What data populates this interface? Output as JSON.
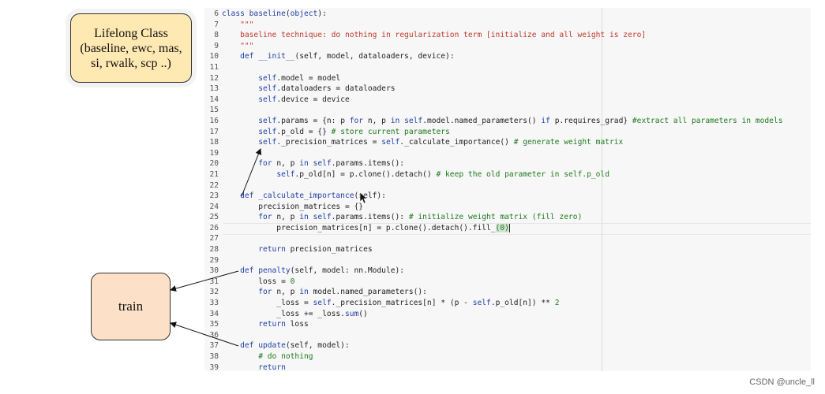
{
  "lifelong_box": {
    "lines": [
      "Lifelong Class",
      "(baseline, ewc, mas,",
      "si, rwalk, scp ..)"
    ]
  },
  "train_box": {
    "label": "train"
  },
  "watermark": "CSDN @uncle_ll",
  "code_lines": [
    {
      "n": "6",
      "segs": [
        [
          "kw",
          "class "
        ],
        [
          "fn",
          "baseline"
        ],
        [
          "",
          "("
        ],
        [
          "kw",
          "object"
        ],
        [
          "",
          "):"
        ]
      ]
    },
    {
      "n": "7",
      "segs": [
        [
          "",
          "    "
        ],
        [
          "str",
          "\"\"\""
        ]
      ]
    },
    {
      "n": "8",
      "segs": [
        [
          "",
          "    "
        ],
        [
          "str",
          "baseline technique: do nothing in regularization term [initialize and all weight is zero]"
        ]
      ]
    },
    {
      "n": "9",
      "segs": [
        [
          "",
          "    "
        ],
        [
          "str",
          "\"\"\""
        ]
      ]
    },
    {
      "n": "10",
      "segs": [
        [
          "",
          "    "
        ],
        [
          "kw",
          "def "
        ],
        [
          "fn",
          "__init__"
        ],
        [
          "",
          "(self, model, dataloaders, device):"
        ]
      ]
    },
    {
      "n": "11",
      "segs": []
    },
    {
      "n": "12",
      "segs": [
        [
          "",
          "        "
        ],
        [
          "kw",
          "self"
        ],
        [
          "",
          ".model = model"
        ]
      ]
    },
    {
      "n": "13",
      "segs": [
        [
          "",
          "        "
        ],
        [
          "kw",
          "self"
        ],
        [
          "",
          ".dataloaders = dataloaders"
        ]
      ]
    },
    {
      "n": "14",
      "segs": [
        [
          "",
          "        "
        ],
        [
          "kw",
          "self"
        ],
        [
          "",
          ".device = device"
        ]
      ]
    },
    {
      "n": "15",
      "segs": []
    },
    {
      "n": "16",
      "segs": [
        [
          "",
          "        "
        ],
        [
          "kw",
          "self"
        ],
        [
          "",
          ".params = {n: p "
        ],
        [
          "kw",
          "for"
        ],
        [
          "",
          " n, p "
        ],
        [
          "kw",
          "in"
        ],
        [
          "",
          " "
        ],
        [
          "kw",
          "self"
        ],
        [
          "",
          ".model.named_parameters() "
        ],
        [
          "kw",
          "if"
        ],
        [
          "",
          " p.requires_grad} "
        ],
        [
          "cm",
          "#extract all parameters in models"
        ]
      ]
    },
    {
      "n": "17",
      "segs": [
        [
          "",
          "        "
        ],
        [
          "kw",
          "self"
        ],
        [
          "",
          ".p_old = {} "
        ],
        [
          "cm",
          "# store current parameters"
        ]
      ]
    },
    {
      "n": "18",
      "segs": [
        [
          "",
          "        "
        ],
        [
          "kw",
          "self"
        ],
        [
          "",
          "._precision_matrices = "
        ],
        [
          "kw",
          "self"
        ],
        [
          "",
          "._calculate_importance() "
        ],
        [
          "cm",
          "# generate weight matrix"
        ]
      ]
    },
    {
      "n": "19",
      "segs": []
    },
    {
      "n": "20",
      "segs": [
        [
          "",
          "        "
        ],
        [
          "kw",
          "for"
        ],
        [
          "",
          " n, p "
        ],
        [
          "kw",
          "in"
        ],
        [
          "",
          " "
        ],
        [
          "kw",
          "self"
        ],
        [
          "",
          ".params.items():"
        ]
      ]
    },
    {
      "n": "21",
      "segs": [
        [
          "",
          "            "
        ],
        [
          "kw",
          "self"
        ],
        [
          "",
          ".p_old[n] = p.clone().detach() "
        ],
        [
          "cm",
          "# keep the old parameter in self.p_old"
        ]
      ]
    },
    {
      "n": "22",
      "segs": []
    },
    {
      "n": "23",
      "segs": [
        [
          "",
          "    "
        ],
        [
          "kw",
          "def "
        ],
        [
          "fn",
          "_calculate_importance"
        ],
        [
          "",
          "(self):"
        ]
      ]
    },
    {
      "n": "24",
      "segs": [
        [
          "",
          "        precision_matrices = {}"
        ]
      ]
    },
    {
      "n": "25",
      "segs": [
        [
          "",
          "        "
        ],
        [
          "kw",
          "for"
        ],
        [
          "",
          " n, p "
        ],
        [
          "kw",
          "in"
        ],
        [
          "",
          " "
        ],
        [
          "kw",
          "self"
        ],
        [
          "",
          ".params.items(): "
        ],
        [
          "cm",
          "# initialize weight matrix (fill zero)"
        ]
      ]
    },
    {
      "n": "26",
      "segs": [
        [
          "",
          "            precision_matrices[n] = p.clone().detach().fill_"
        ],
        [
          "hl",
          "(0)"
        ],
        [
          "caret",
          ""
        ]
      ]
    },
    {
      "n": "27",
      "segs": []
    },
    {
      "n": "28",
      "segs": [
        [
          "",
          "        "
        ],
        [
          "kw",
          "return"
        ],
        [
          "",
          " precision_matrices"
        ]
      ]
    },
    {
      "n": "29",
      "segs": []
    },
    {
      "n": "30",
      "segs": [
        [
          "",
          "    "
        ],
        [
          "kw",
          "def "
        ],
        [
          "fn",
          "penalty"
        ],
        [
          "",
          "(self, model: nn.Module):"
        ]
      ]
    },
    {
      "n": "31",
      "segs": [
        [
          "",
          "        loss = "
        ],
        [
          "num",
          "0"
        ]
      ]
    },
    {
      "n": "32",
      "segs": [
        [
          "",
          "        "
        ],
        [
          "kw",
          "for"
        ],
        [
          "",
          " n, p "
        ],
        [
          "kw",
          "in"
        ],
        [
          "",
          " model.named_parameters():"
        ]
      ]
    },
    {
      "n": "33",
      "segs": [
        [
          "",
          "            _loss = "
        ],
        [
          "kw",
          "self"
        ],
        [
          "",
          "._precision_matrices[n] * (p - "
        ],
        [
          "kw",
          "self"
        ],
        [
          "",
          ".p_old[n]) ** "
        ],
        [
          "num",
          "2"
        ]
      ]
    },
    {
      "n": "34",
      "segs": [
        [
          "",
          "            _loss += _loss."
        ],
        [
          "fn",
          "sum"
        ],
        [
          "",
          "()"
        ]
      ]
    },
    {
      "n": "35",
      "segs": [
        [
          "",
          "        "
        ],
        [
          "kw",
          "return"
        ],
        [
          "",
          " loss"
        ]
      ]
    },
    {
      "n": "36",
      "segs": []
    },
    {
      "n": "37",
      "segs": [
        [
          "",
          "    "
        ],
        [
          "kw",
          "def "
        ],
        [
          "fn",
          "update"
        ],
        [
          "",
          "(self, model):"
        ]
      ]
    },
    {
      "n": "38",
      "segs": [
        [
          "",
          "        "
        ],
        [
          "cm",
          "# do nothing"
        ]
      ]
    },
    {
      "n": "39",
      "segs": [
        [
          "",
          "        "
        ],
        [
          "kw",
          "return"
        ]
      ]
    }
  ]
}
